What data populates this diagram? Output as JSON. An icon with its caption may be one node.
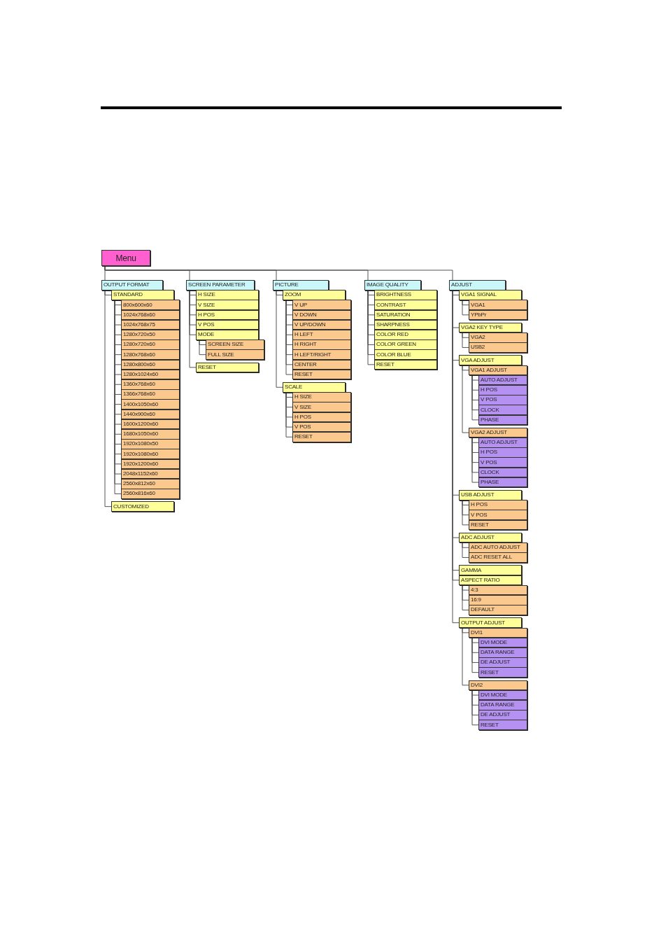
{
  "diagram": {
    "nodes": [
      {
        "text": [
          "Menu"
        ]
      },
      {
        "text": [
          "OUTPUT FORMAT"
        ]
      },
      {
        "text": [
          "STANDARD"
        ]
      },
      {
        "text": [
          "800x600x60"
        ]
      },
      {
        "text": [
          "1024x768x60"
        ]
      },
      {
        "text": [
          "1024x768x75"
        ]
      },
      {
        "text": [
          "1280x720x50"
        ]
      },
      {
        "text": [
          "1280x720x60"
        ]
      },
      {
        "text": [
          "1280x768x60"
        ]
      },
      {
        "text": [
          "1280x800x60"
        ]
      },
      {
        "text": [
          "1280x1024x60"
        ]
      },
      {
        "text": [
          "1360x768x60"
        ]
      },
      {
        "text": [
          "1366x768x60"
        ]
      },
      {
        "text": [
          "1400x1050x60"
        ]
      },
      {
        "text": [
          "1440x900x60"
        ]
      },
      {
        "text": [
          "1600x1200x60"
        ]
      },
      {
        "text": [
          "1680x1050x60"
        ]
      },
      {
        "text": [
          "1920x1080x50"
        ]
      },
      {
        "text": [
          "1920x1080x60"
        ]
      },
      {
        "text": [
          "1920x1200x60"
        ]
      },
      {
        "text": [
          "2048x1152x60"
        ]
      },
      {
        "text": [
          "2560x812x60"
        ]
      },
      {
        "text": [
          "2560x816x60"
        ]
      },
      {
        "text": [
          "CUSTOMIZED"
        ]
      },
      {
        "text": [
          "SCREEN PARAMETER"
        ]
      },
      {
        "text": [
          "H SIZE"
        ]
      },
      {
        "text": [
          "V SIZE"
        ]
      },
      {
        "text": [
          "H POS"
        ]
      },
      {
        "text": [
          "V POS"
        ]
      },
      {
        "text": [
          "MODE"
        ]
      },
      {
        "text": [
          "SCREEN SIZE"
        ]
      },
      {
        "text": [
          "FULL SIZE"
        ]
      },
      {
        "text": [
          "RESET"
        ]
      },
      {
        "text": [
          "PICTURE"
        ]
      },
      {
        "text": [
          "ZOOM"
        ]
      },
      {
        "text": [
          "V UP"
        ]
      },
      {
        "text": [
          "V DOWN"
        ]
      },
      {
        "text": [
          "V UP/DOWN"
        ]
      },
      {
        "text": [
          "H LEFT"
        ]
      },
      {
        "text": [
          "H RIGHT"
        ]
      },
      {
        "text": [
          "H LEFT/RIGHT"
        ]
      },
      {
        "text": [
          "CENTER"
        ]
      },
      {
        "text": [
          "RESET"
        ]
      },
      {
        "text": [
          "SCALE"
        ]
      },
      {
        "text": [
          "H SIZE"
        ]
      },
      {
        "text": [
          "V SIZE"
        ]
      },
      {
        "text": [
          "H POS"
        ]
      },
      {
        "text": [
          "V POS"
        ]
      },
      {
        "text": [
          "RESET"
        ]
      },
      {
        "text": [
          "IMAGE QUALITY"
        ]
      },
      {
        "text": [
          "BRIGHTNESS"
        ]
      },
      {
        "text": [
          "CONTRAST"
        ]
      },
      {
        "text": [
          "SATURATION"
        ]
      },
      {
        "text": [
          "SHARPNESS"
        ]
      },
      {
        "text": [
          "COLOR RED"
        ]
      },
      {
        "text": [
          "COLOR GREEN"
        ]
      },
      {
        "text": [
          "COLOR BLUE"
        ]
      },
      {
        "text": [
          "RESET"
        ]
      },
      {
        "text": [
          "ADJUST"
        ]
      },
      {
        "text": [
          "VGA1 SIGNAL"
        ]
      },
      {
        "text": [
          "VGA1"
        ]
      },
      {
        "text": [
          "YPbPr"
        ]
      },
      {
        "text": [
          "VGA2 KEY TYPE"
        ]
      },
      {
        "text": [
          "VGA2"
        ]
      },
      {
        "text": [
          "USB2"
        ]
      },
      {
        "text": [
          "VGA ADJUST"
        ]
      },
      {
        "text": [
          "VGA1 ADJUST"
        ]
      },
      {
        "text": [
          "AUTO ADJUST"
        ]
      },
      {
        "text": [
          "H POS"
        ]
      },
      {
        "text": [
          "V POS"
        ]
      },
      {
        "text": [
          "CLOCK"
        ]
      },
      {
        "text": [
          "PHASE"
        ]
      },
      {
        "text": [
          "VGA2 ADJUST"
        ]
      },
      {
        "text": [
          "AUTO ADJUST"
        ]
      },
      {
        "text": [
          "H POS"
        ]
      },
      {
        "text": [
          "V POS"
        ]
      },
      {
        "text": [
          "CLOCK"
        ]
      },
      {
        "text": [
          "PHASE"
        ]
      },
      {
        "text": [
          "USB ADJUST"
        ]
      },
      {
        "text": [
          "H POS"
        ]
      },
      {
        "text": [
          "V POS"
        ]
      },
      {
        "text": [
          "RESET"
        ]
      },
      {
        "text": [
          "ADC ADJUST"
        ]
      },
      {
        "text": [
          "ADC AUTO ADJUST"
        ]
      },
      {
        "text": [
          "ADC RESET ALL"
        ]
      },
      {
        "text": [
          "GAMMA"
        ]
      },
      {
        "text": [
          "ASPECT RATIO"
        ]
      },
      {
        "text": [
          "4:3"
        ]
      },
      {
        "text": [
          "16:9"
        ]
      },
      {
        "text": [
          "DEFAULT"
        ]
      },
      {
        "text": [
          "OUTPUT ADJUST"
        ]
      },
      {
        "text": [
          "DVI1"
        ]
      },
      {
        "text": [
          "DVI MODE"
        ]
      },
      {
        "text": [
          "DATA RANGE"
        ]
      },
      {
        "text": [
          "DE ADJUST"
        ]
      },
      {
        "text": [
          "RESET"
        ]
      },
      {
        "text": [
          "DVI2"
        ]
      },
      {
        "text": [
          "DVI MODE"
        ]
      },
      {
        "text": [
          "DATA RANGE"
        ]
      },
      {
        "text": [
          "DE ADJUST"
        ]
      },
      {
        "text": [
          "RESET"
        ]
      }
    ],
    "edges": [
      {
        "from": 0,
        "to": 1,
        "arrow": "none"
      },
      {
        "from": 0,
        "to": 24,
        "arrow": "none"
      },
      {
        "from": 0,
        "to": 33,
        "arrow": "none"
      },
      {
        "from": 0,
        "to": 49,
        "arrow": "none"
      },
      {
        "from": 0,
        "to": 58,
        "arrow": "none"
      },
      {
        "from": 1,
        "to": 2,
        "arrow": "none"
      },
      {
        "from": 2,
        "to": 3,
        "arrow": "none"
      },
      {
        "from": 2,
        "to": 4,
        "arrow": "none"
      },
      {
        "from": 2,
        "to": 5,
        "arrow": "none"
      },
      {
        "from": 2,
        "to": 6,
        "arrow": "none"
      },
      {
        "from": 2,
        "to": 7,
        "arrow": "none"
      },
      {
        "from": 2,
        "to": 8,
        "arrow": "none"
      },
      {
        "from": 2,
        "to": 9,
        "arrow": "none"
      },
      {
        "from": 2,
        "to": 10,
        "arrow": "none"
      },
      {
        "from": 2,
        "to": 11,
        "arrow": "none"
      },
      {
        "from": 2,
        "to": 12,
        "arrow": "none"
      },
      {
        "from": 2,
        "to": 13,
        "arrow": "none"
      },
      {
        "from": 2,
        "to": 14,
        "arrow": "none"
      },
      {
        "from": 2,
        "to": 15,
        "arrow": "none"
      },
      {
        "from": 2,
        "to": 16,
        "arrow": "none"
      },
      {
        "from": 2,
        "to": 17,
        "arrow": "none"
      },
      {
        "from": 2,
        "to": 18,
        "arrow": "none"
      },
      {
        "from": 2,
        "to": 19,
        "arrow": "none"
      },
      {
        "from": 2,
        "to": 20,
        "arrow": "none"
      },
      {
        "from": 2,
        "to": 21,
        "arrow": "none"
      },
      {
        "from": 2,
        "to": 22,
        "arrow": "none"
      },
      {
        "from": 1,
        "to": 23,
        "arrow": "none"
      },
      {
        "from": 24,
        "to": 25,
        "arrow": "none"
      },
      {
        "from": 24,
        "to": 26,
        "arrow": "none"
      },
      {
        "from": 24,
        "to": 27,
        "arrow": "none"
      },
      {
        "from": 24,
        "to": 28,
        "arrow": "none"
      },
      {
        "from": 24,
        "to": 29,
        "arrow": "none"
      },
      {
        "from": 29,
        "to": 30,
        "arrow": "none"
      },
      {
        "from": 29,
        "to": 31,
        "arrow": "none"
      },
      {
        "from": 24,
        "to": 32,
        "arrow": "none"
      },
      {
        "from": 33,
        "to": 34,
        "arrow": "none"
      },
      {
        "from": 34,
        "to": 35,
        "arrow": "none"
      },
      {
        "from": 34,
        "to": 36,
        "arrow": "none"
      },
      {
        "from": 34,
        "to": 37,
        "arrow": "none"
      },
      {
        "from": 34,
        "to": 38,
        "arrow": "none"
      },
      {
        "from": 34,
        "to": 39,
        "arrow": "none"
      },
      {
        "from": 34,
        "to": 40,
        "arrow": "none"
      },
      {
        "from": 34,
        "to": 41,
        "arrow": "none"
      },
      {
        "from": 34,
        "to": 42,
        "arrow": "none"
      },
      {
        "from": 33,
        "to": 43,
        "arrow": "none"
      },
      {
        "from": 43,
        "to": 44,
        "arrow": "none"
      },
      {
        "from": 43,
        "to": 45,
        "arrow": "none"
      },
      {
        "from": 43,
        "to": 46,
        "arrow": "none"
      },
      {
        "from": 43,
        "to": 47,
        "arrow": "none"
      },
      {
        "from": 43,
        "to": 48,
        "arrow": "none"
      },
      {
        "from": 49,
        "to": 50,
        "arrow": "none"
      },
      {
        "from": 49,
        "to": 51,
        "arrow": "none"
      },
      {
        "from": 49,
        "to": 52,
        "arrow": "none"
      },
      {
        "from": 49,
        "to": 53,
        "arrow": "none"
      },
      {
        "from": 49,
        "to": 54,
        "arrow": "none"
      },
      {
        "from": 49,
        "to": 55,
        "arrow": "none"
      },
      {
        "from": 49,
        "to": 56,
        "arrow": "none"
      },
      {
        "from": 49,
        "to": 57,
        "arrow": "none"
      },
      {
        "from": 58,
        "to": 59,
        "arrow": "none"
      },
      {
        "from": 59,
        "to": 60,
        "arrow": "none"
      },
      {
        "from": 59,
        "to": 61,
        "arrow": "none"
      },
      {
        "from": 58,
        "to": 62,
        "arrow": "none"
      },
      {
        "from": 62,
        "to": 63,
        "arrow": "none"
      },
      {
        "from": 62,
        "to": 64,
        "arrow": "none"
      },
      {
        "from": 58,
        "to": 65,
        "arrow": "none"
      },
      {
        "from": 65,
        "to": 66,
        "arrow": "none"
      },
      {
        "from": 66,
        "to": 67,
        "arrow": "none"
      },
      {
        "from": 66,
        "to": 68,
        "arrow": "none"
      },
      {
        "from": 66,
        "to": 69,
        "arrow": "none"
      },
      {
        "from": 66,
        "to": 70,
        "arrow": "none"
      },
      {
        "from": 66,
        "to": 71,
        "arrow": "none"
      },
      {
        "from": 65,
        "to": 72,
        "arrow": "none"
      },
      {
        "from": 72,
        "to": 73,
        "arrow": "none"
      },
      {
        "from": 72,
        "to": 74,
        "arrow": "none"
      },
      {
        "from": 72,
        "to": 75,
        "arrow": "none"
      },
      {
        "from": 72,
        "to": 76,
        "arrow": "none"
      },
      {
        "from": 72,
        "to": 77,
        "arrow": "none"
      },
      {
        "from": 58,
        "to": 78,
        "arrow": "none"
      },
      {
        "from": 78,
        "to": 79,
        "arrow": "none"
      },
      {
        "from": 78,
        "to": 80,
        "arrow": "none"
      },
      {
        "from": 78,
        "to": 81,
        "arrow": "none"
      },
      {
        "from": 58,
        "to": 82,
        "arrow": "none"
      },
      {
        "from": 82,
        "to": 83,
        "arrow": "none"
      },
      {
        "from": 82,
        "to": 84,
        "arrow": "none"
      },
      {
        "from": 58,
        "to": 85,
        "arrow": "none"
      },
      {
        "from": 58,
        "to": 86,
        "arrow": "none"
      },
      {
        "from": 86,
        "to": 87,
        "arrow": "none"
      },
      {
        "from": 86,
        "to": 88,
        "arrow": "none"
      },
      {
        "from": 86,
        "to": 89,
        "arrow": "none"
      },
      {
        "from": 58,
        "to": 90,
        "arrow": "none"
      },
      {
        "from": 90,
        "to": 91,
        "arrow": "none"
      },
      {
        "from": 91,
        "to": 92,
        "arrow": "none"
      },
      {
        "from": 91,
        "to": 93,
        "arrow": "none"
      },
      {
        "from": 91,
        "to": 94,
        "arrow": "none"
      },
      {
        "from": 91,
        "to": 95,
        "arrow": "none"
      },
      {
        "from": 90,
        "to": 96,
        "arrow": "none"
      },
      {
        "from": 96,
        "to": 97,
        "arrow": "none"
      },
      {
        "from": 96,
        "to": 98,
        "arrow": "none"
      },
      {
        "from": 96,
        "to": 99,
        "arrow": "none"
      },
      {
        "from": 96,
        "to": 100,
        "arrow": "none"
      }
    ]
  }
}
